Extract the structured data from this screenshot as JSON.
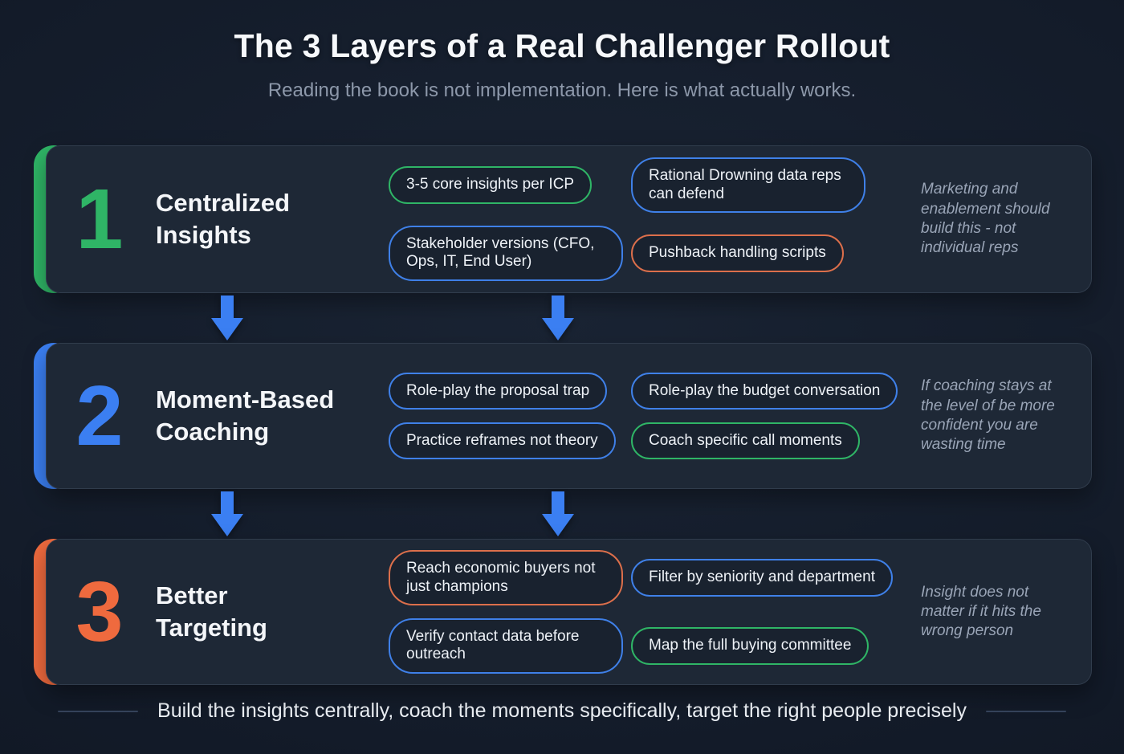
{
  "header": {
    "title": "The 3 Layers of a Real Challenger Rollout",
    "subtitle": "Reading the book is not implementation. Here is what actually works."
  },
  "layers": [
    {
      "number": "1",
      "accent": "green",
      "title": "Centralized\nInsights",
      "pills": [
        {
          "label": "3-5 core insights per ICP",
          "color": "green"
        },
        {
          "label": "Rational Drowning data reps can defend",
          "color": "blue"
        },
        {
          "label": "Stakeholder versions (CFO, Ops, IT, End User)",
          "color": "blue"
        },
        {
          "label": "Pushback handling scripts",
          "color": "orange"
        }
      ],
      "note": "Marketing and enablement should build this - not individual reps"
    },
    {
      "number": "2",
      "accent": "blue",
      "title": "Moment-Based\nCoaching",
      "pills": [
        {
          "label": "Role-play the proposal trap",
          "color": "blue"
        },
        {
          "label": "Role-play the budget conversation",
          "color": "blue"
        },
        {
          "label": "Practice reframes not theory",
          "color": "blue"
        },
        {
          "label": "Coach specific call moments",
          "color": "green"
        }
      ],
      "note": "If coaching stays at the level of be more confident you are wasting time"
    },
    {
      "number": "3",
      "accent": "orange",
      "title": "Better\nTargeting",
      "pills": [
        {
          "label": "Reach economic buyers not just champions",
          "color": "orange"
        },
        {
          "label": "Filter by seniority and department",
          "color": "blue"
        },
        {
          "label": "Verify contact data before outreach",
          "color": "blue"
        },
        {
          "label": "Map the full buying committee",
          "color": "green"
        }
      ],
      "note": "Insight does not matter if it hits the wrong person"
    }
  ],
  "footer": {
    "text": "Build the insights centrally, coach the moments specifically, target the right people precisely"
  },
  "colors": {
    "background": "#131b29",
    "card_background": "#1e2836",
    "green": "#2fb566",
    "blue": "#3b7ff2",
    "orange_accent": "#ef6a3e",
    "orange_pill": "#dc6f4b",
    "title_text": "#f6f8fb",
    "subtitle_text": "#8d98aa",
    "note_text": "#9aa5b7"
  }
}
